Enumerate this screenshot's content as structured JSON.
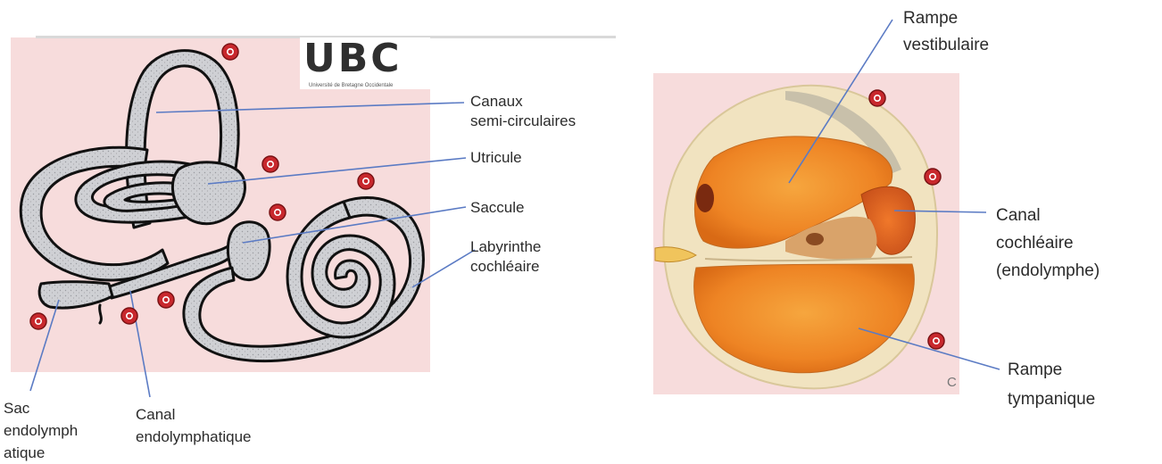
{
  "logo": {
    "text": "UBC",
    "subtitle": "Université de Bretagne Occidentale"
  },
  "left_diagram": {
    "labels": {
      "canaux": "Canaux\nsemi-circulaires",
      "utricule": "Utricule",
      "saccule": "Saccule",
      "labyrinthe": "Labyrinthe\ncochléaire",
      "sac": "Sac\nendolymph\natique",
      "canal_endo": "Canal\nendolymphatique"
    }
  },
  "right_diagram": {
    "labels": {
      "rampe_vest": "Rampe\nvestibulaire",
      "canal_coch": "Canal\ncochléaire\n(endolymphe)",
      "rampe_tymp": "Rampe\ntympanique",
      "corner": "C"
    }
  },
  "colors": {
    "panel_bg": "#f7dcdc",
    "labyrinth_fill": "#cfd0d4",
    "outline": "#111111",
    "leader_line": "#5b7bc4",
    "marker": "#c8282d",
    "bone": "#f1e3c0",
    "fluid": "#ee8a25"
  }
}
